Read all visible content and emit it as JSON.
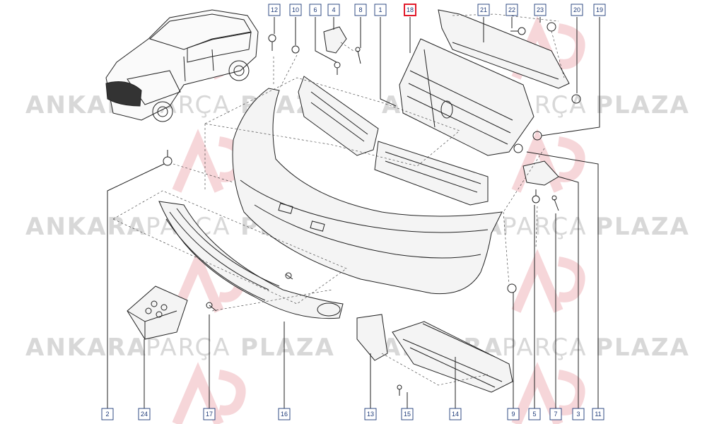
{
  "watermark": {
    "brand_left": "ANKARA",
    "brand_mid": "PARÇA",
    "brand_right": "PLAZA",
    "logo_letters": "AP"
  },
  "colors": {
    "callout_border": "#1d3a78",
    "callout_text": "#1d3a78",
    "highlight_border": "#e21b2c",
    "watermark": "#d8d8d8",
    "logo_watermark": "#f3c8cc"
  },
  "callouts_top": [
    "12",
    "10",
    "6",
    "4",
    "8",
    "1",
    "18",
    "21",
    "22",
    "23",
    "20",
    "19"
  ],
  "callouts_bottom": [
    "2",
    "24",
    "17",
    "16",
    "13",
    "15",
    "14",
    "9",
    "5",
    "7",
    "3",
    "11"
  ],
  "highlighted_callout": "18"
}
